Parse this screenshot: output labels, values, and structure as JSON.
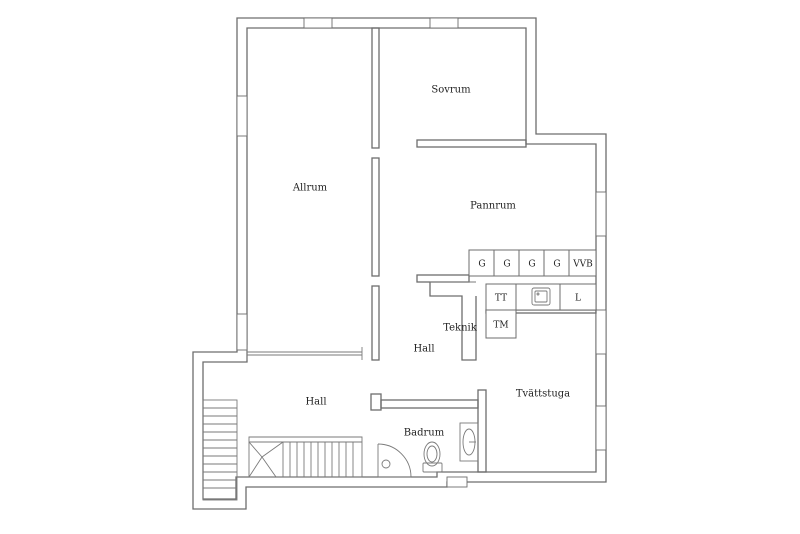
{
  "rooms": {
    "allrum": "Allrum",
    "sovrum": "Sovrum",
    "pannrum": "Pannrum",
    "teknik": "Teknik",
    "hall_upper": "Hall",
    "hall_lower": "Hall",
    "badrum": "Badrum",
    "tvattstuga": "Tvättstuga"
  },
  "fixtures": {
    "g1": "G",
    "g2": "G",
    "g3": "G",
    "g4": "G",
    "vvb": "VVB",
    "tt": "TT",
    "tm": "TM",
    "l": "L"
  },
  "colors": {
    "wall": "#6d6d6d",
    "text": "#222222",
    "background": "#ffffff"
  }
}
